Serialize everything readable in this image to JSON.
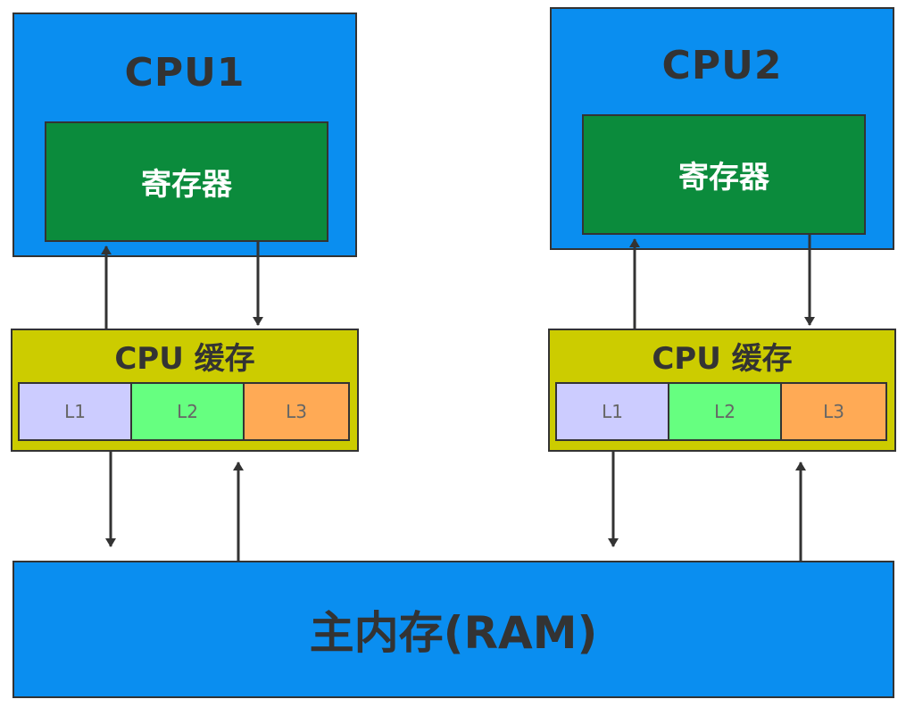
{
  "colors": {
    "cpu": "#0a8ef0",
    "register": "#0b8b3c",
    "cache": "#cccc00",
    "l1": "#ccccff",
    "l2": "#66ff80",
    "l3": "#ffaa55",
    "ram": "#0a8ef0",
    "border": "#333333"
  },
  "cpu1": {
    "title": "CPU1",
    "register": "寄存器",
    "cache": {
      "title": "CPU 缓存",
      "l1": "L1",
      "l2": "L2",
      "l3": "L3"
    }
  },
  "cpu2": {
    "title": "CPU2",
    "register": "寄存器",
    "cache": {
      "title": "CPU 缓存",
      "l1": "L1",
      "l2": "L2",
      "l3": "L3"
    }
  },
  "ram": {
    "label": "主内存(RAM)"
  }
}
